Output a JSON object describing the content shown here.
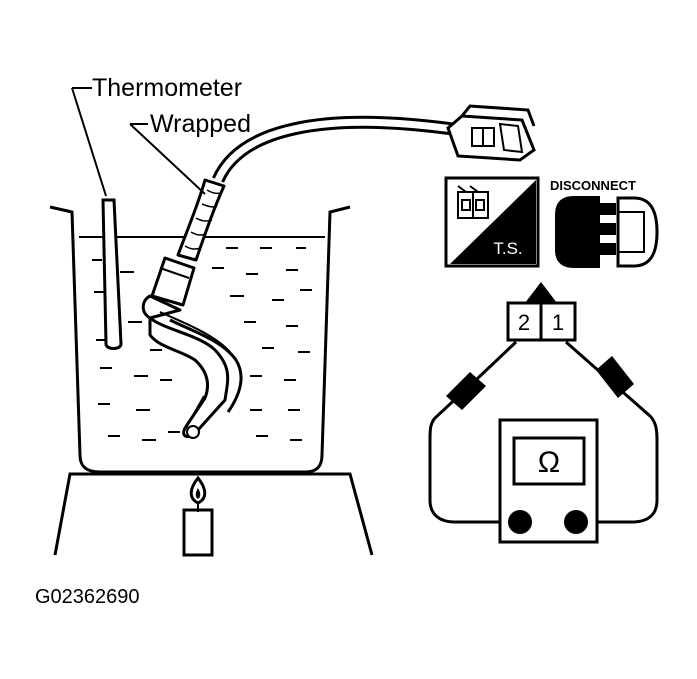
{
  "labels": {
    "thermometer": "Thermometer",
    "wrapped": "Wrapped",
    "figure_id": "G02362690",
    "disconnect": "DISCONNECT",
    "ts": "T.S.",
    "terminal_2": "2",
    "terminal_1": "1",
    "ohm_symbol": "Ω"
  },
  "icons": [
    "beaker-icon",
    "flame-icon",
    "thermometer-icon",
    "sensor-icon",
    "connector-icon",
    "ohmmeter-icon"
  ],
  "colors": {
    "ink": "#000000",
    "paper": "#ffffff"
  }
}
